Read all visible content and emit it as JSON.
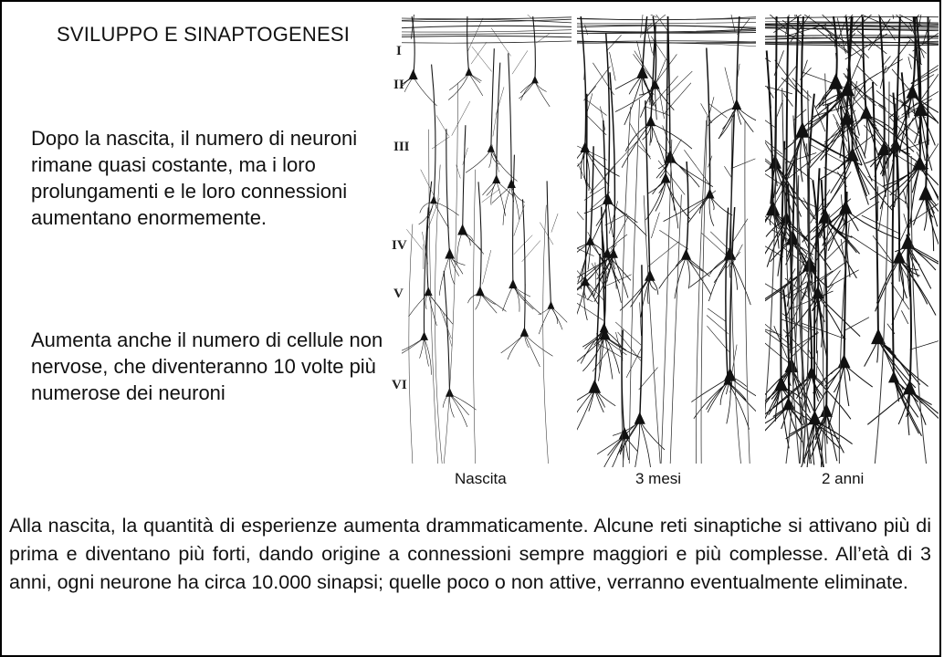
{
  "slide": {
    "title": "SVILUPPO E SINAPTOGENESI",
    "paragraph_1": "Dopo la nascita, il numero di neuroni rimane quasi costante, ma i loro prolungamenti e le loro connessioni aumentano enormemente.",
    "paragraph_2": "Aumenta anche il numero di cellule non nervose, che diventeranno 10 volte più numerose dei neuroni",
    "bottom_text": "Alla nascita, la quantità di esperienze aumenta drammaticamente. Alcune reti sinaptiche si attivano più di prima e diventano più forti, dando origine a connessioni sempre maggiori e più complesse. All’età di 3 anni, ogni neurone ha circa 10.000 sinapsi; quelle poco o non attive, verranno eventualmente eliminate."
  },
  "figure": {
    "layer_labels": [
      "I",
      "II",
      "III",
      "IV",
      "V",
      "VI"
    ],
    "panels": [
      {
        "caption": "Nascita",
        "density": 0.25
      },
      {
        "caption": "3 mesi",
        "density": 0.6
      },
      {
        "caption": "2 anni",
        "density": 1.0
      }
    ]
  }
}
